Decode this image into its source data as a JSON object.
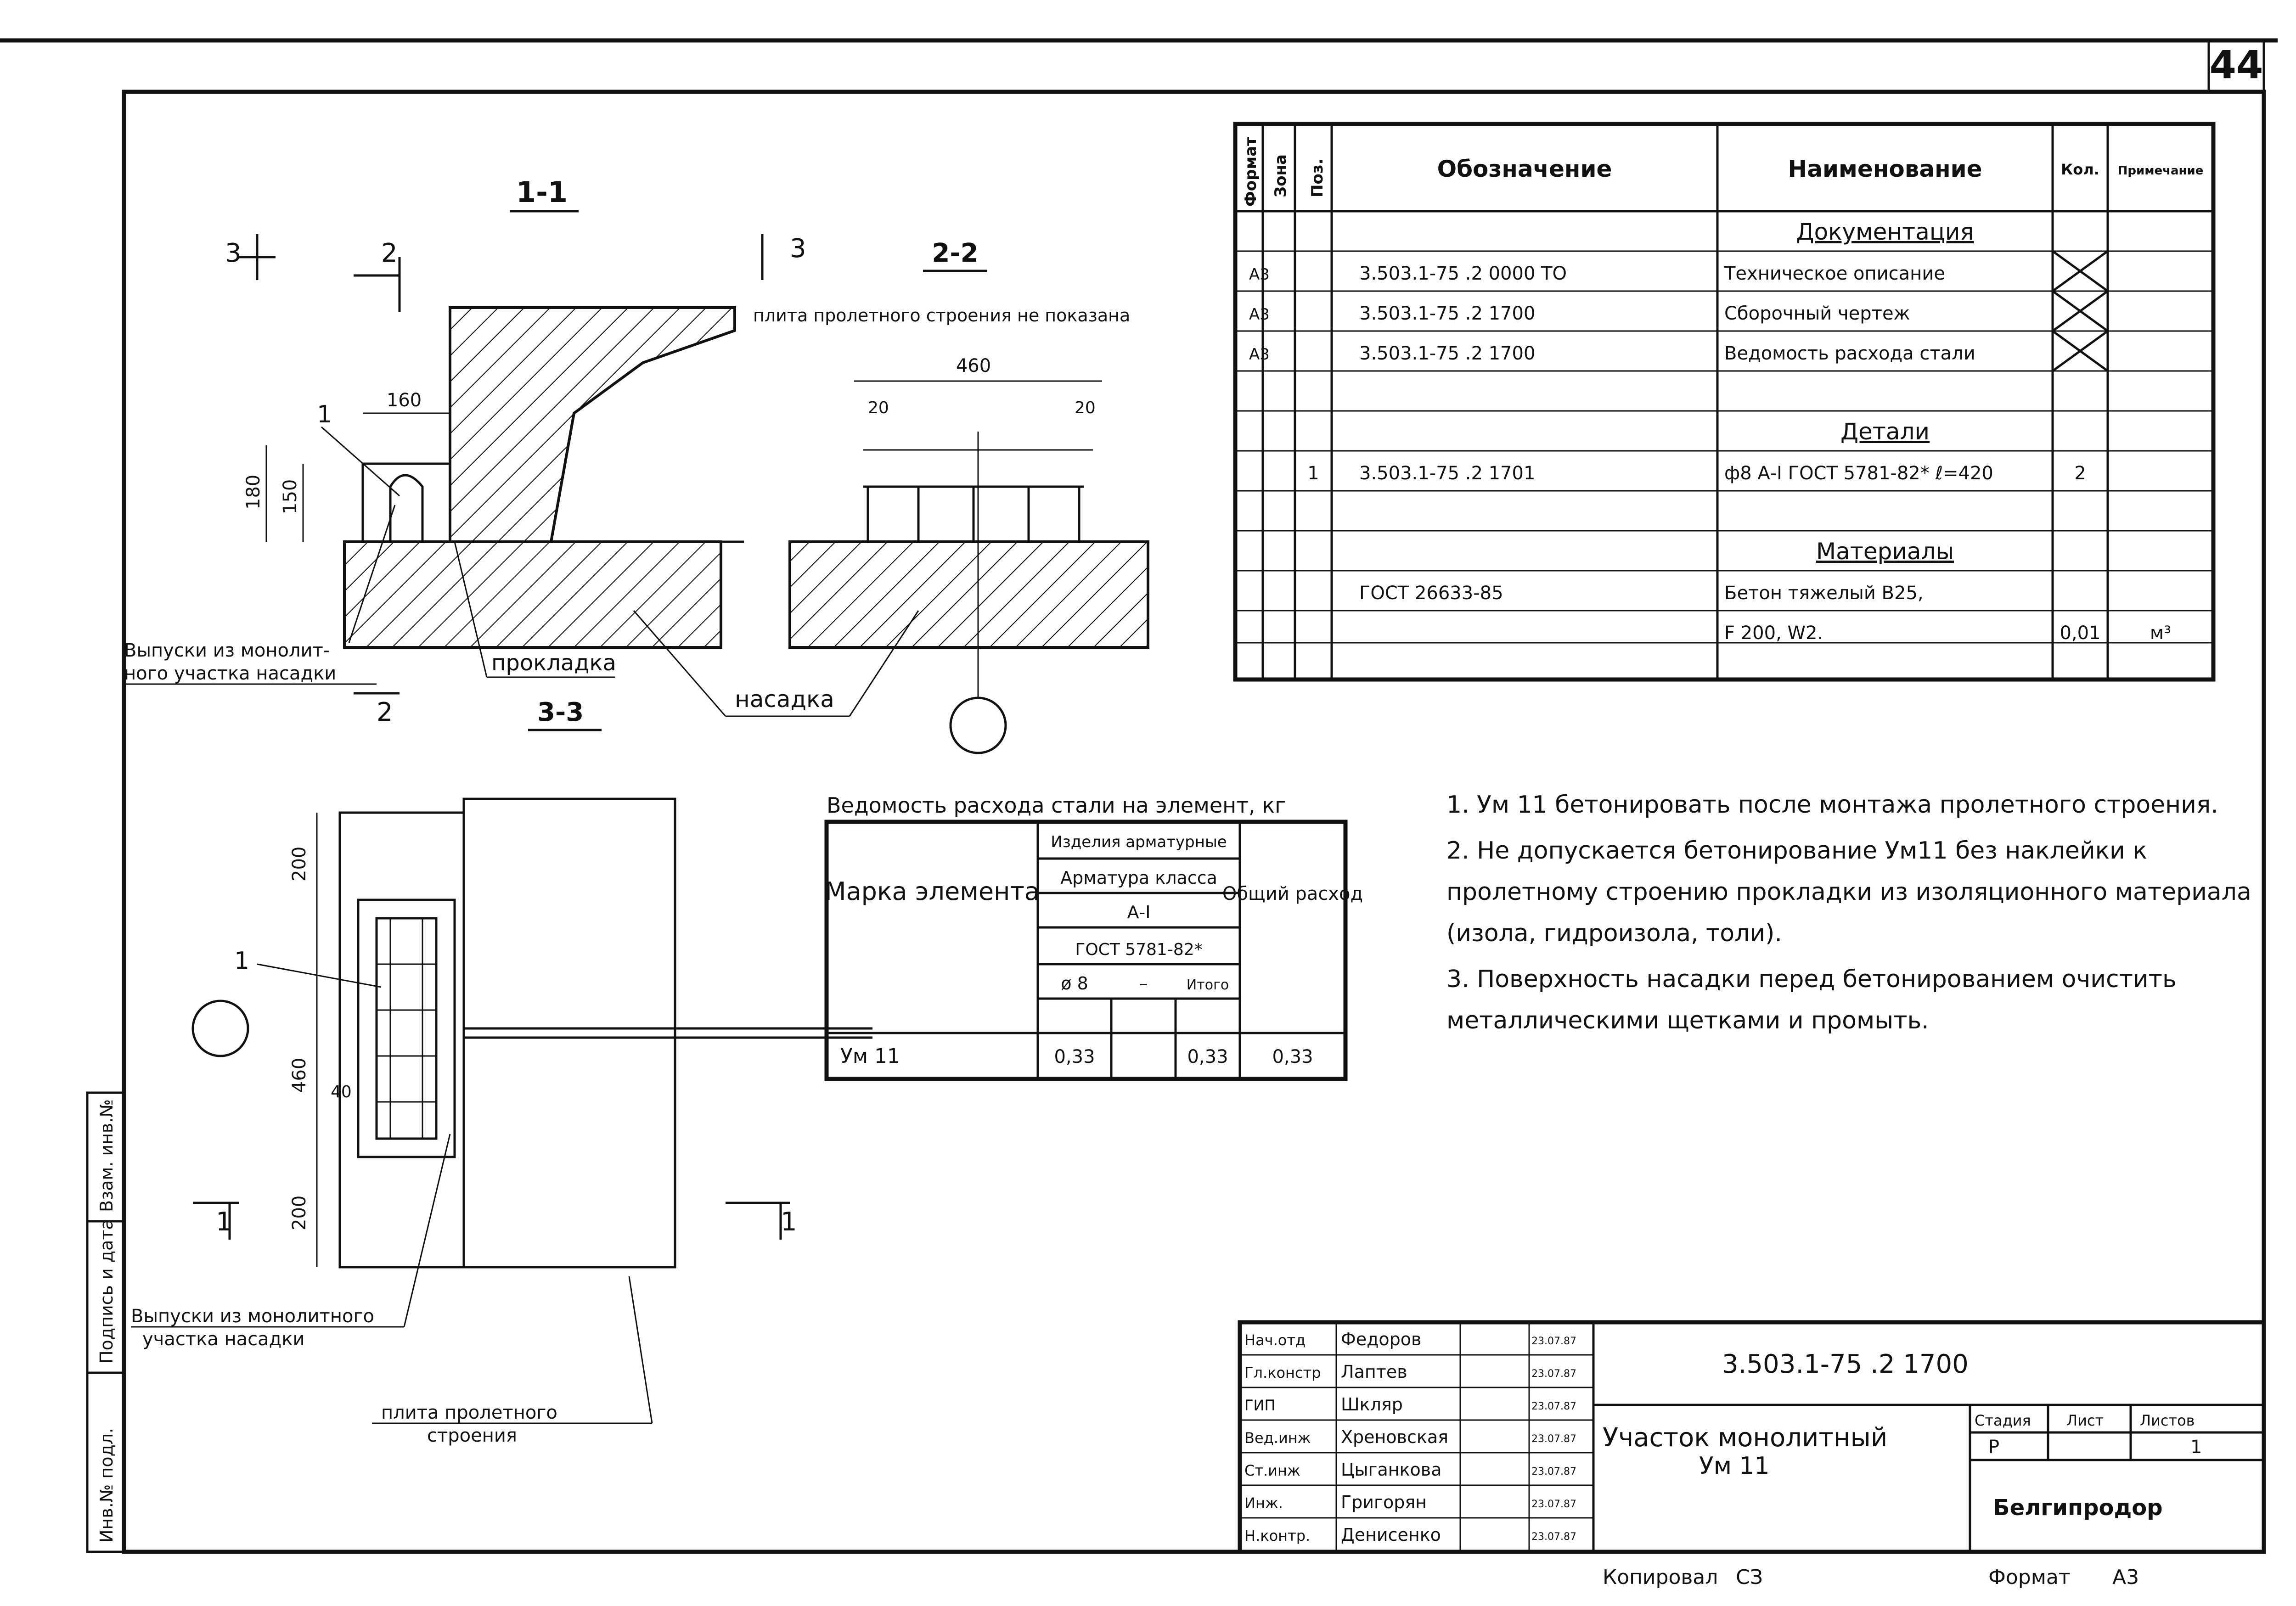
{
  "sheet_number": "44",
  "sections": {
    "s11": "1-1",
    "s22": "2-2",
    "s33": "3-3",
    "cut3": "3",
    "cut2": "2",
    "cut1": "1",
    "leader_1": "1"
  },
  "labels": {
    "plate_not_shown": "плита пролетного строения не показана",
    "outlets_1": "Выпуски из монолит-",
    "outlets_2": "ного участка насадки",
    "gasket": "прокладка",
    "cap": "насадка",
    "outlets_b1": "Выпуски из монолитного",
    "outlets_b2": "участка насадки",
    "plate_1": "плита пролетного",
    "plate_2": "строения"
  },
  "dims": {
    "d160": "160",
    "d180": "180",
    "d150": "150",
    "d460": "460",
    "d20a": "20",
    "d20b": "20",
    "d200a": "200",
    "d460v": "460",
    "d40": "40",
    "d200b": "200"
  },
  "spec_table": {
    "headers": [
      "Формат",
      "Зона",
      "Поз.",
      "Обозначение",
      "Наименование",
      "Кол.",
      "Примечание"
    ],
    "rows": [
      {
        "fmt": "",
        "zone": "",
        "pos": "",
        "code": "",
        "name": "Документация",
        "qty": "",
        "note": ""
      },
      {
        "fmt": "А3",
        "zone": "",
        "pos": "",
        "code": "3.503.1-75 .2 0000 ТО",
        "name": "Техническое описание",
        "qty": "",
        "note": ""
      },
      {
        "fmt": "А3",
        "zone": "",
        "pos": "",
        "code": "3.503.1-75 .2 1700",
        "name": "Сборочный чертеж",
        "qty": "",
        "note": ""
      },
      {
        "fmt": "А3",
        "zone": "",
        "pos": "",
        "code": "3.503.1-75 .2 1700",
        "name": "Ведомость расхода стали",
        "qty": "",
        "note": ""
      },
      {
        "fmt": "",
        "zone": "",
        "pos": "",
        "code": "",
        "name": "",
        "qty": "",
        "note": ""
      },
      {
        "fmt": "",
        "zone": "",
        "pos": "",
        "code": "",
        "name": "Детали",
        "qty": "",
        "note": ""
      },
      {
        "fmt": "",
        "zone": "",
        "pos": "1",
        "code": "3.503.1-75 .2 1701",
        "name": "ф8 А-I ГОСТ 5781-82* ℓ=420",
        "qty": "2",
        "note": ""
      },
      {
        "fmt": "",
        "zone": "",
        "pos": "",
        "code": "",
        "name": "",
        "qty": "",
        "note": ""
      },
      {
        "fmt": "",
        "zone": "",
        "pos": "",
        "code": "",
        "name": "Материалы",
        "qty": "",
        "note": ""
      },
      {
        "fmt": "",
        "zone": "",
        "pos": "",
        "code": "ГОСТ 26633-85",
        "name": "Бетон тяжелый В25,",
        "qty": "",
        "note": ""
      },
      {
        "fmt": "",
        "zone": "",
        "pos": "",
        "code": "",
        "name": "F 200,  W2.",
        "qty": "0,01",
        "note": "м³"
      }
    ]
  },
  "steel_table": {
    "title": "Ведомость расхода стали на элемент, кг",
    "h_mark": "Марка элемента",
    "h_items": "Изделия арматурные",
    "h_class": "Арматура класса",
    "h_ai": "А-I",
    "h_gost": "ГОСТ 5781-82*",
    "h_d8": "ø 8",
    "h_dash": "–",
    "h_total_sub": "Итого",
    "h_total": "Общий расход",
    "row": {
      "mark": "Ум 11",
      "d8": "0,33",
      "dash": "",
      "sub": "0,33",
      "total": "0,33"
    }
  },
  "notes": [
    "1. Ум 11 бетонировать после монтажа пролетного строения.",
    "2. Не допускается бетонирование Ум11 без наклейки к пролетному строению прокладки из изоляционного материала (изола, гидроизола, толи).",
    "3. Поверхность насадки перед бетонированием очистить металлическими щетками и промыть."
  ],
  "side_stamp": [
    "Инв.№ подл.",
    "Подпись и дата",
    "Взам. инв.№"
  ],
  "title_block": {
    "designation": "3.503.1-75 .2 1700",
    "title_1": "Участок монолитный",
    "title_2": "Ум 11",
    "org": "Белгипродор",
    "stage_h": "Стадия",
    "sheet_h": "Лист",
    "sheets_h": "Листов",
    "stage": "Р",
    "sheet": "",
    "sheets": "1",
    "people": [
      {
        "role": "Нач.отд",
        "name": "Федоров",
        "date": "23.07.87"
      },
      {
        "role": "Гл.констр",
        "name": "Лаптев",
        "date": "23.07.87"
      },
      {
        "role": "ГИП",
        "name": "Шкляр",
        "date": "23.07.87"
      },
      {
        "role": "Вед.инж",
        "name": "Хреновская",
        "date": "23.07.87"
      },
      {
        "role": "Ст.инж",
        "name": "Цыганкова",
        "date": "23.07.87"
      },
      {
        "role": "Инж.",
        "name": "Григорян",
        "date": "23.07.87"
      },
      {
        "role": "Н.контр.",
        "name": "Денисенко",
        "date": "23.07.87"
      }
    ],
    "copied": "Копировал",
    "copied_by": "СЗ",
    "format_label": "Формат",
    "format": "А3"
  }
}
